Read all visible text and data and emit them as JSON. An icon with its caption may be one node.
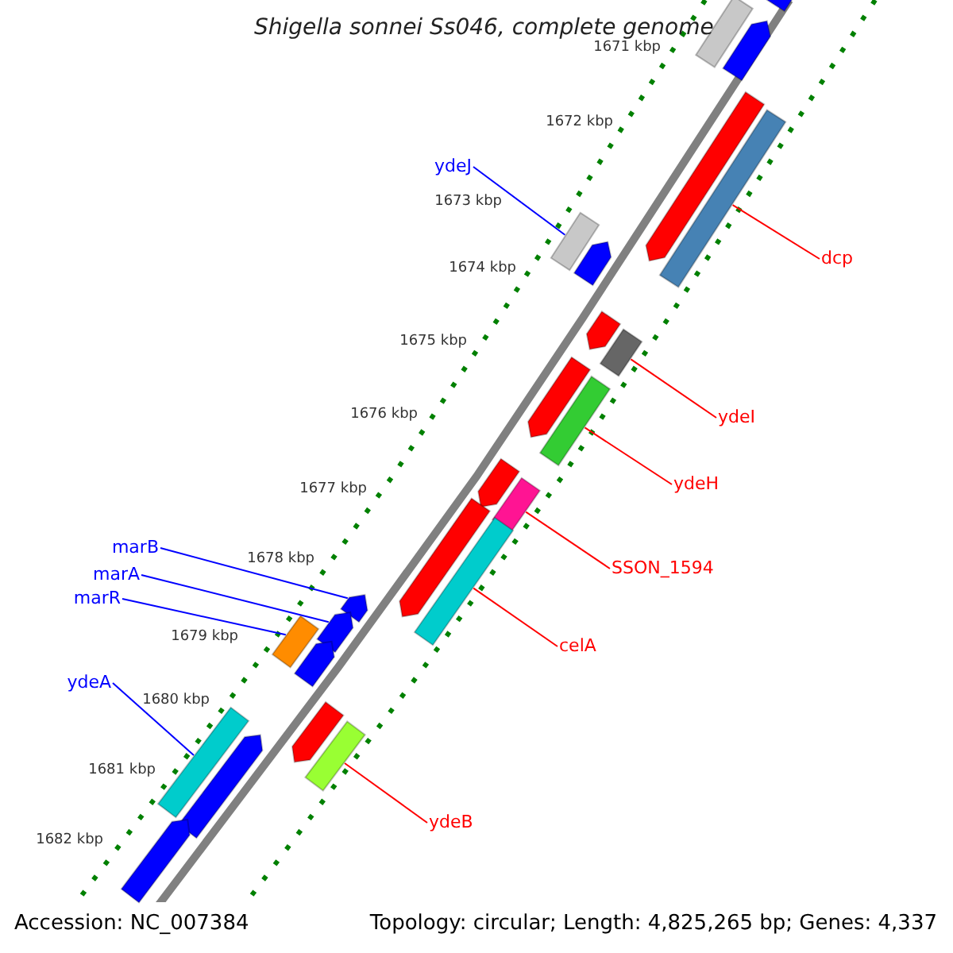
{
  "diagram": {
    "title": "Shigella sonnei Ss046, complete genome",
    "nodes": [
      {
        "text": [],
        "shape": "bar"
      },
      {
        "text": [],
        "shape": "arrow"
      },
      {
        "text": [],
        "shape": "arrow"
      },
      {
        "text": [],
        "shape": "arrow"
      },
      {
        "text": [
          "ydeJ"
        ]
      },
      {
        "text": [],
        "shape": "bar"
      },
      {
        "text": [
          "dcp"
        ]
      },
      {
        "text": [],
        "shape": "bar"
      },
      {
        "text": [],
        "shape": "arrow"
      },
      {
        "text": [],
        "shape": "arrow"
      },
      {
        "text": [
          "ydeI"
        ]
      },
      {
        "text": [],
        "shape": "bar"
      },
      {
        "text": [],
        "shape": "arrow"
      },
      {
        "text": [
          "ydeH"
        ]
      },
      {
        "text": [],
        "shape": "bar"
      },
      {
        "text": [],
        "shape": "arrow"
      },
      {
        "text": [
          "SSON_1594"
        ]
      },
      {
        "text": [],
        "shape": "bar"
      },
      {
        "text": [],
        "shape": "arrow"
      },
      {
        "text": [
          "celA"
        ]
      },
      {
        "text": [],
        "shape": "bar"
      },
      {
        "text": [
          "marB"
        ]
      },
      {
        "text": [],
        "shape": "arrow"
      },
      {
        "text": [
          "marA"
        ]
      },
      {
        "text": [],
        "shape": "arrow"
      },
      {
        "text": [
          "marR"
        ]
      },
      {
        "text": [],
        "shape": "bar"
      },
      {
        "text": [],
        "shape": "arrow"
      },
      {
        "text": [
          "ydeA"
        ]
      },
      {
        "text": [],
        "shape": "bar"
      },
      {
        "text": [],
        "shape": "arrow"
      },
      {
        "text": [
          "ydeB"
        ]
      },
      {
        "text": [],
        "shape": "bar"
      },
      {
        "text": [],
        "shape": "arrow"
      },
      {
        "text": [],
        "shape": "arrow"
      }
    ],
    "edges": [
      {
        "from": 4,
        "to": 5,
        "arrow": "none",
        "color": "#0000ff"
      },
      {
        "from": 6,
        "to": 7,
        "arrow": "none"
      },
      {
        "from": 10,
        "to": 11,
        "arrow": "none"
      },
      {
        "from": 13,
        "to": 14,
        "arrow": "none"
      },
      {
        "from": 16,
        "to": 17,
        "arrow": "none"
      },
      {
        "from": 19,
        "to": 20,
        "arrow": "none"
      },
      {
        "from": 21,
        "to": 22,
        "arrow": "none",
        "color": "#0000ff"
      },
      {
        "from": 23,
        "to": 24,
        "arrow": "none",
        "color": "#0000ff"
      },
      {
        "from": 25,
        "to": 26,
        "arrow": "none",
        "color": "#0000ff"
      },
      {
        "from": 28,
        "to": 29,
        "arrow": "none",
        "color": "#0000ff"
      },
      {
        "from": 31,
        "to": 32,
        "arrow": "none"
      }
    ],
    "labels": [
      "1671 kbp",
      "1672 kbp",
      "1673 kbp",
      "1674 kbp",
      "1675 kbp",
      "1676 kbp",
      "1677 kbp",
      "1678 kbp",
      "1679 kbp",
      "1680 kbp",
      "1681 kbp",
      "1682 kbp",
      "Accession: NC_007384",
      "Topology: circular; Length: 4,825,265 bp; Genes: 4,337"
    ]
  }
}
